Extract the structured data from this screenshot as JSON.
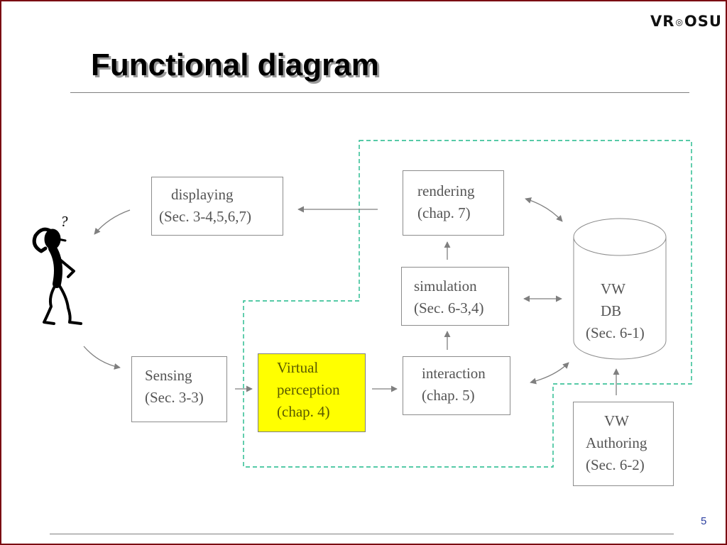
{
  "logo": {
    "left": "VR",
    "mark": "◎",
    "right": "OSU"
  },
  "title": "Functional diagram",
  "page_number": "5",
  "figure": {
    "question_mark": "?"
  },
  "nodes": {
    "displaying": [
      "displaying",
      "(Sec. 3-4,5,6,7)"
    ],
    "rendering": [
      "rendering",
      "(chap. 7)"
    ],
    "simulation": [
      "simulation",
      "(Sec. 6-3,4)"
    ],
    "sensing": [
      "Sensing",
      "(Sec. 3-3)"
    ],
    "virtual_perception": [
      "Virtual",
      "perception",
      "(chap. 4)"
    ],
    "interaction": [
      "interaction",
      "(chap. 5)"
    ],
    "vw_db": [
      "VW",
      "DB",
      "(Sec. 6-1)"
    ],
    "vw_authoring": [
      "VW",
      "Authoring",
      "(Sec. 6-2)"
    ]
  },
  "colors": {
    "slide_border": "#7a0c12",
    "highlight": "#ffff00",
    "dashed_region": "#1fb88a",
    "box_text": "#555555",
    "page_number": "#2c3fa0"
  }
}
